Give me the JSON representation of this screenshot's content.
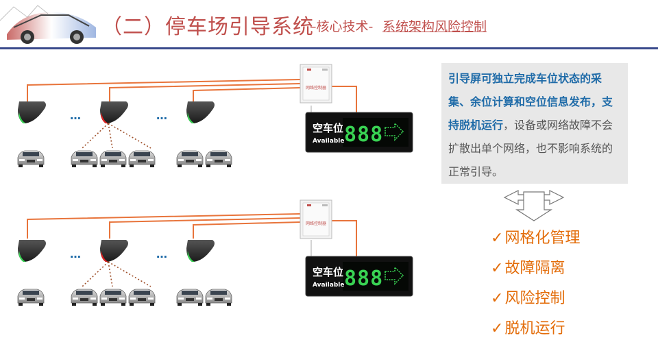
{
  "header": {
    "title_main": "（二）停车场引导系统",
    "title_sub": "–核心技术-",
    "title_link": "系统架构风险控制"
  },
  "diagram": {
    "ellipsis": "…",
    "display_label_cn": "空车位",
    "display_label_en": "Available",
    "display_number": "888",
    "controller_label": "网络控制器"
  },
  "info": {
    "strong_text": "引导屏可独立完成车位状态的采集、余位计算和空位信息发布，支持脱机运行",
    "normal_text": "，设备或网络故障不会扩散出单个网络，也不影响系统的正常引导。"
  },
  "features": [
    {
      "check": "✓",
      "label": "网格化管理"
    },
    {
      "check": "✓",
      "label": "故障隔离"
    },
    {
      "check": "✓",
      "label": "风险控制"
    },
    {
      "check": "✓",
      "label": "脱机运行"
    }
  ],
  "colors": {
    "accent": "#c0504d",
    "wire": "#e8743b",
    "info_strong": "#1f6ba8",
    "feature": "#e36c09",
    "led_green": "#39d353"
  }
}
